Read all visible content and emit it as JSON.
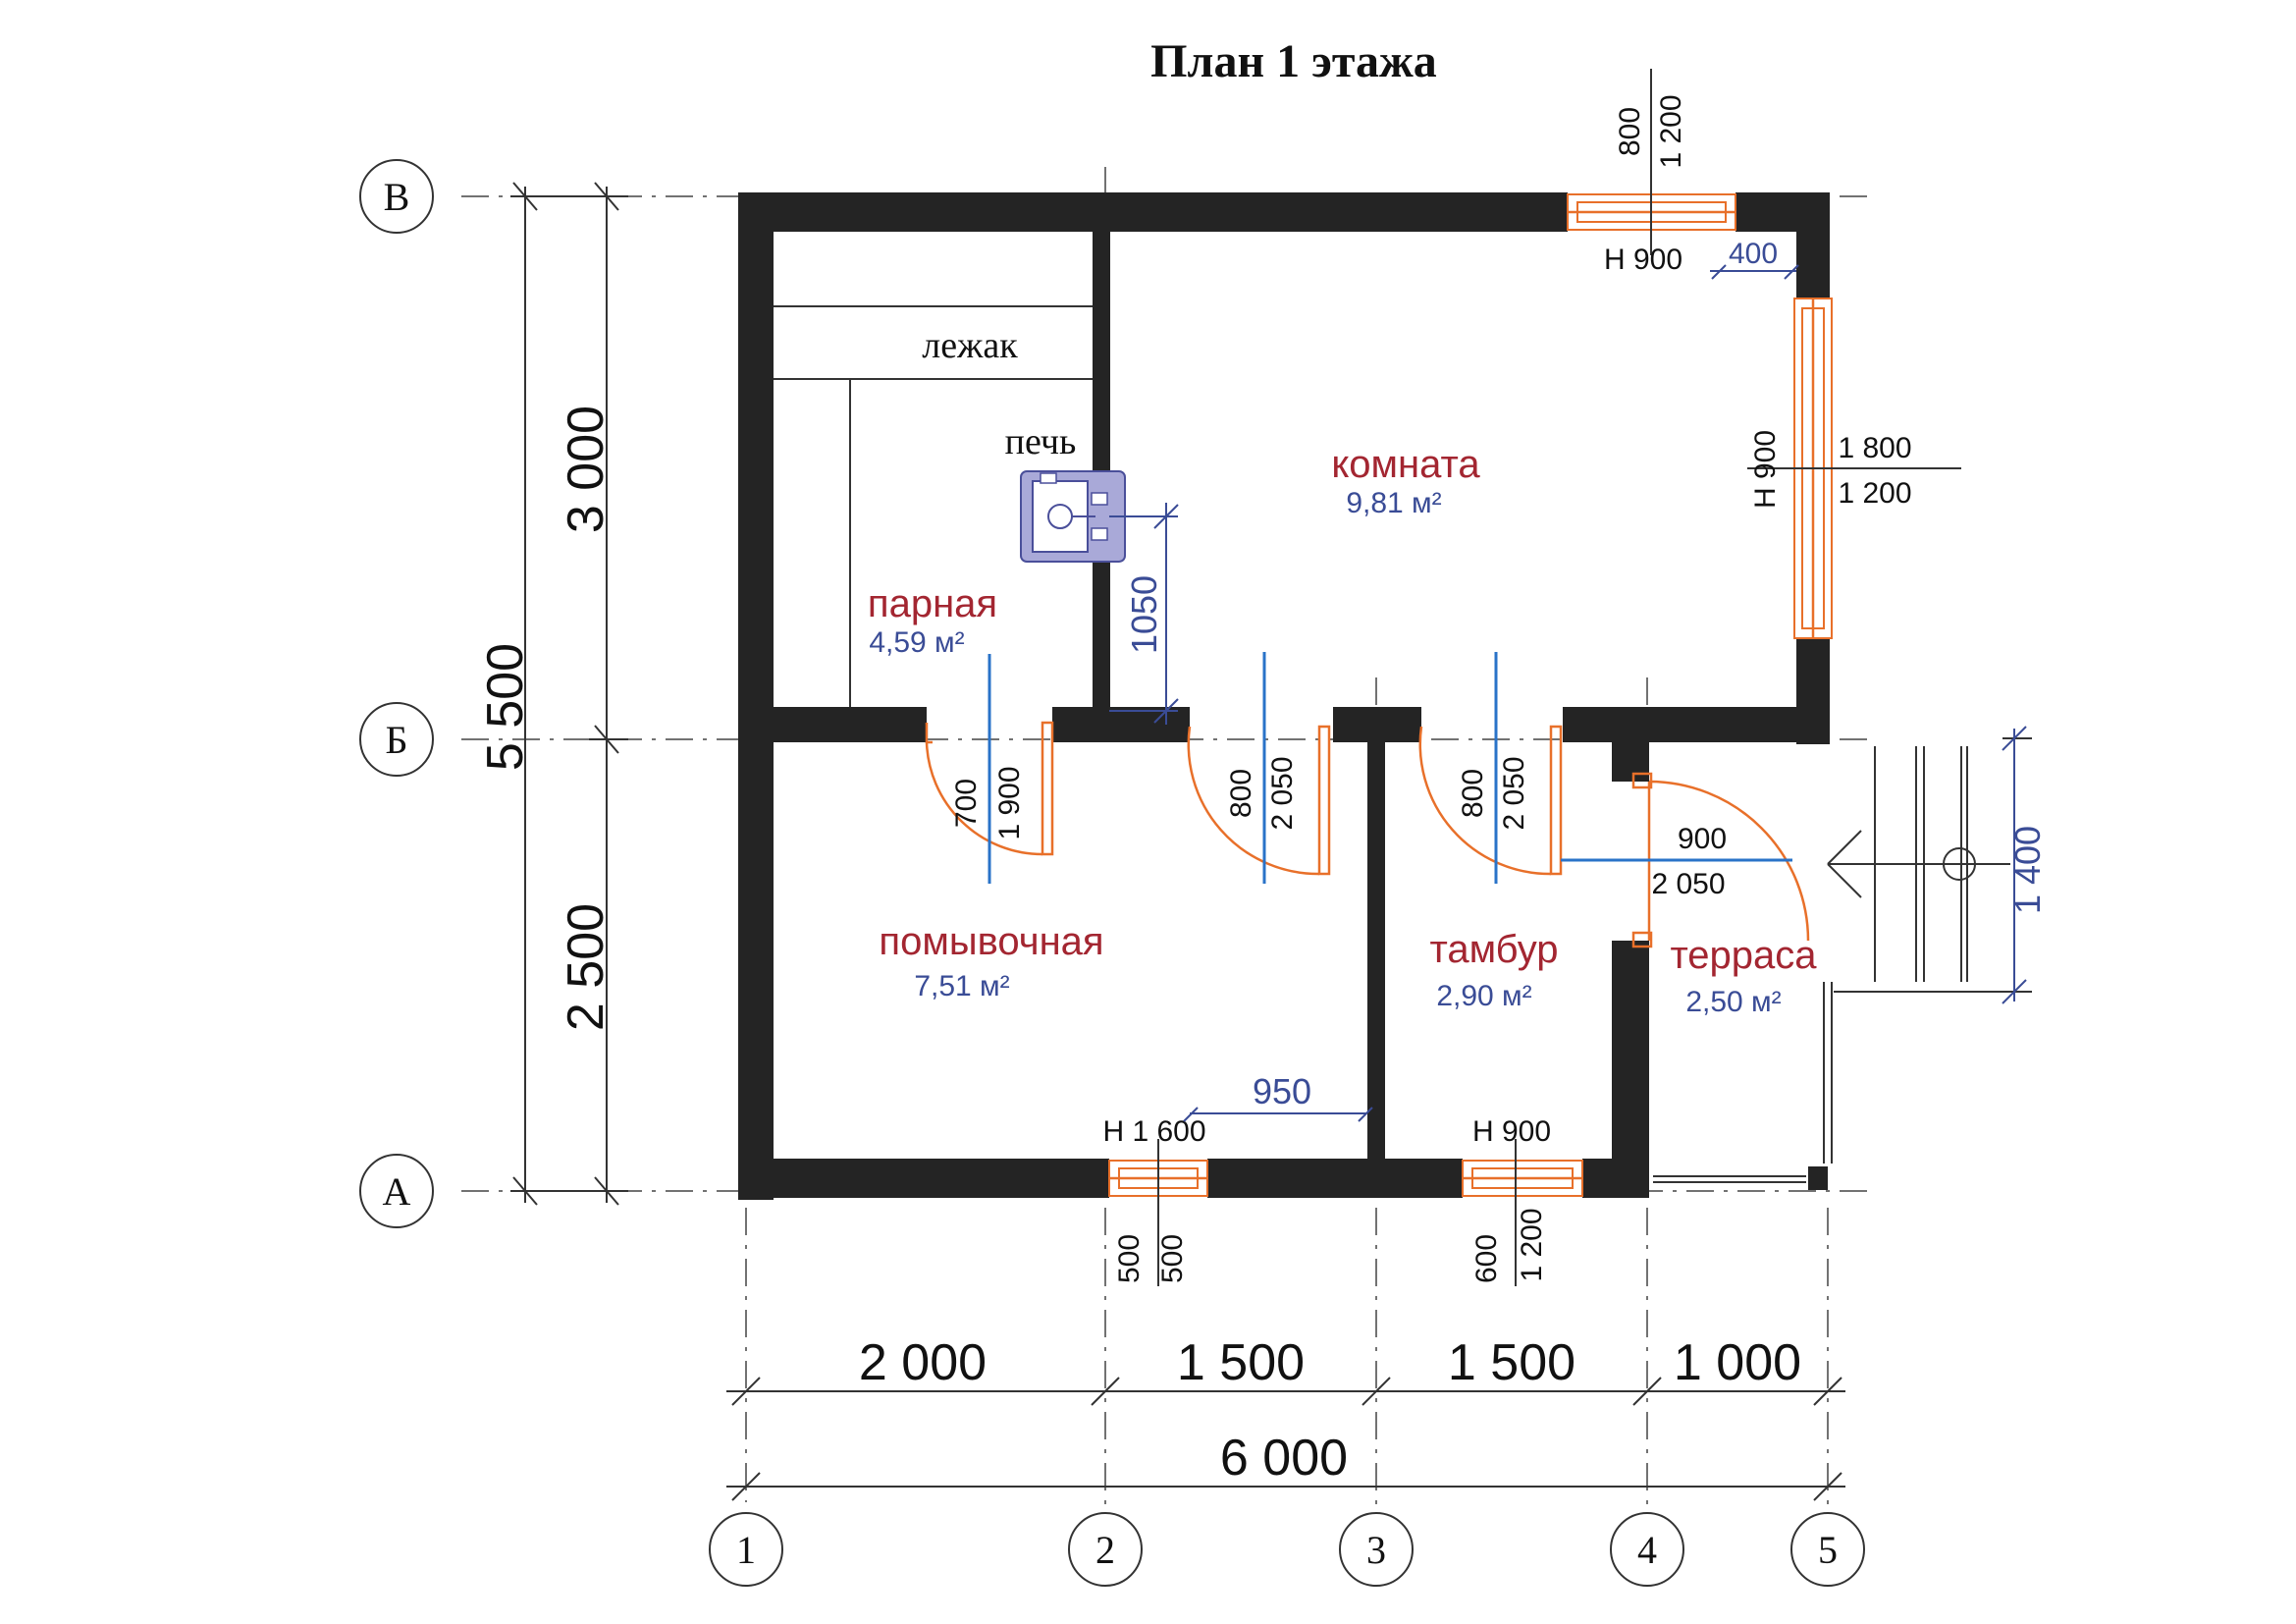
{
  "title": "План 1 этажа",
  "axes": {
    "rows": [
      "В",
      "Б",
      "А"
    ],
    "cols": [
      "1",
      "2",
      "3",
      "4",
      "5"
    ]
  },
  "rooms": [
    {
      "name": "комната",
      "area": "9,81 м²"
    },
    {
      "name": "парная",
      "area": "4,59 м²"
    },
    {
      "name": "помывочная",
      "area": "7,51 м²"
    },
    {
      "name": "тамбур",
      "area": "2,90 м²"
    },
    {
      "name": "терраса",
      "area": "2,50 м²"
    }
  ],
  "labels": {
    "lezhak": "лежак",
    "pech": "печь"
  },
  "dimensions": {
    "bottom_spans": [
      "2 000",
      "1 500",
      "1 500",
      "1 000"
    ],
    "bottom_total": "6 000",
    "left_spans": [
      "3 000",
      "2 500"
    ],
    "left_total": "5 500",
    "stove_offset": "1050",
    "bath_window_offset": "950",
    "corner_offset": "400",
    "terrace_width": "1 400"
  },
  "windows": {
    "top": {
      "w": "800",
      "h": "1 200",
      "sill": "Н 900"
    },
    "right": {
      "w": "1 800",
      "h": "1 200",
      "sill": "Н 900"
    },
    "bottom_left": {
      "w": "500",
      "h": "500",
      "sill": "Н 1 600"
    },
    "bottom_right": {
      "w": "600",
      "h": "1 200",
      "sill": "Н 900"
    }
  },
  "doors": {
    "steam": {
      "w": "700",
      "h": "1 900"
    },
    "room_left": {
      "w": "800",
      "h": "2 050"
    },
    "room_right": {
      "w": "800",
      "h": "2 050"
    },
    "entrance": {
      "w": "900",
      "h": "2 050"
    }
  },
  "colors": {
    "wall": "#242424",
    "room_name": "#a32631",
    "area": "#3a4c96",
    "opening": "#e8702a",
    "stove": "#4a4f9a"
  }
}
